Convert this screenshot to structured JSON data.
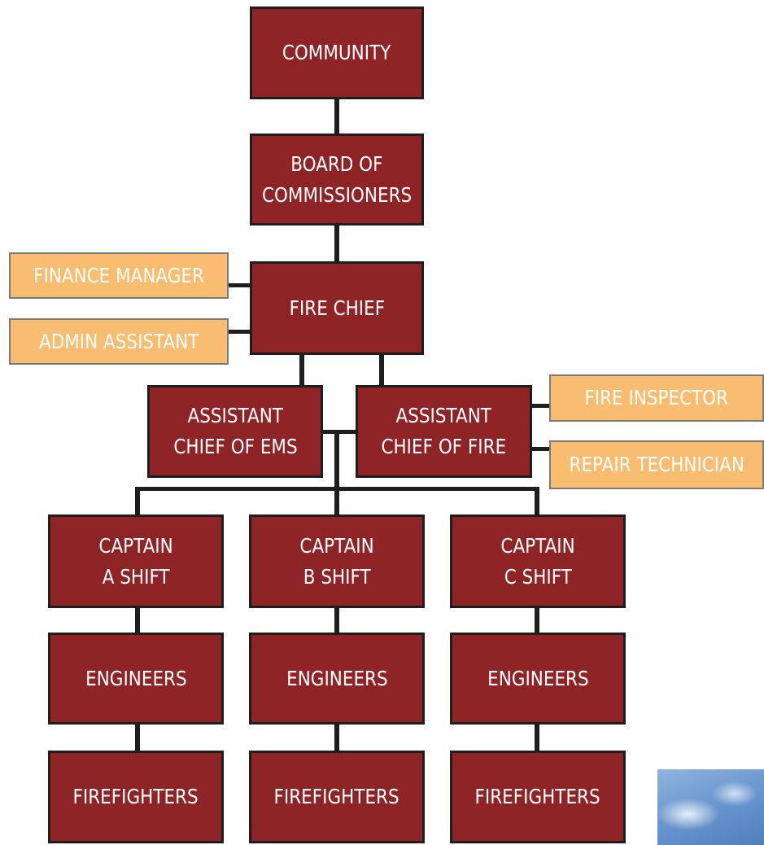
{
  "org_chart": {
    "community": "COMMUNITY",
    "board": [
      "BOARD OF",
      "COMMISSIONERS"
    ],
    "fire_chief": "FIRE CHIEF",
    "finance_manager": "FINANCE MANAGER",
    "admin_assistant": "ADMIN ASSISTANT",
    "assistant_chief_ems": [
      "ASSISTANT",
      "CHIEF OF EMS"
    ],
    "assistant_chief_fire": [
      "ASSISTANT",
      "CHIEF OF FIRE"
    ],
    "fire_inspector": "FIRE INSPECTOR",
    "repair_technician": "REPAIR TECHNICIAN",
    "captains": [
      [
        "CAPTAIN",
        "A SHIFT"
      ],
      [
        "CAPTAIN",
        "B SHIFT"
      ],
      [
        "CAPTAIN",
        "C SHIFT"
      ]
    ],
    "engineers": [
      "ENGINEERS",
      "ENGINEERS",
      "ENGINEERS"
    ],
    "firefighters": [
      "FIREFIGHTERS",
      "FIREFIGHTERS",
      "FIREFIGHTERS"
    ]
  },
  "colors": {
    "primary_box": "#8e2426",
    "secondary_box": "#f8bd70",
    "connector": "#1e1e1e"
  }
}
